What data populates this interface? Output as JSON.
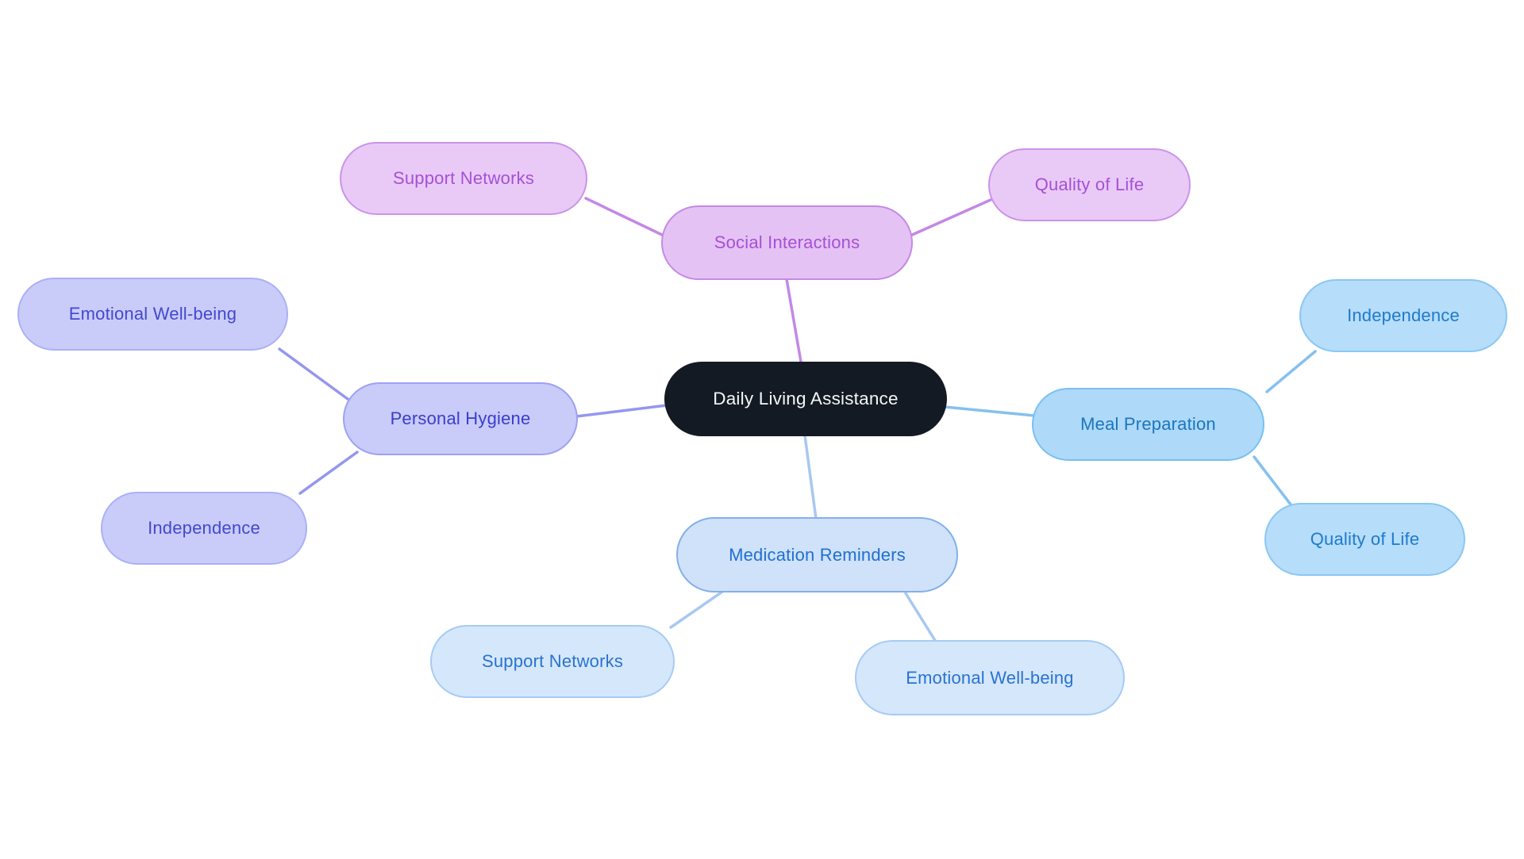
{
  "canvas": {
    "background": "#ffffff"
  },
  "mindmap": {
    "center": {
      "id": "center",
      "label": "Daily Living Assistance",
      "fill": "#141a24",
      "border": "#141a24",
      "text_color": "#f4f6f8"
    },
    "branches": [
      {
        "id": "social",
        "label": "Social Interactions",
        "fill": "#e5c2f4",
        "border": "#c489e6",
        "text_color": "#a551d6",
        "edge_color": "#c487e6",
        "children": [
          {
            "id": "sn-top",
            "label": "Support Networks",
            "fill": "#e9caf7",
            "border": "#cb93ea",
            "text_color": "#a551d6"
          },
          {
            "id": "qol-top",
            "label": "Quality of Life",
            "fill": "#e9caf7",
            "border": "#cb93ea",
            "text_color": "#a551d6"
          }
        ]
      },
      {
        "id": "personal",
        "label": "Personal Hygiene",
        "fill": "#c9cbf8",
        "border": "#9da1f2",
        "text_color": "#3a3eca",
        "edge_color": "#9497ee",
        "children": [
          {
            "id": "ewb-left",
            "label": "Emotional Well-being",
            "fill": "#c9ccf9",
            "border": "#abb0f6",
            "text_color": "#4448ce"
          },
          {
            "id": "indep-left",
            "label": "Independence",
            "fill": "#c9ccf9",
            "border": "#abb0f6",
            "text_color": "#4448ce"
          }
        ]
      },
      {
        "id": "meal",
        "label": "Meal Preparation",
        "fill": "#aed9f8",
        "border": "#79c0ee",
        "text_color": "#1b76c0",
        "edge_color": "#85c0ee",
        "children": [
          {
            "id": "indep-right",
            "label": "Independence",
            "fill": "#b6ddfa",
            "border": "#8ac7f2",
            "text_color": "#1f7bca"
          },
          {
            "id": "qol-br",
            "label": "Quality of Life",
            "fill": "#b6ddfa",
            "border": "#8ac7f2",
            "text_color": "#1f7bca"
          }
        ]
      },
      {
        "id": "medication",
        "label": "Medication Reminders",
        "fill": "#cfe2fa",
        "border": "#84b0e9",
        "text_color": "#2070d0",
        "edge_color": "#a8c8f1",
        "children": [
          {
            "id": "sn-bottom",
            "label": "Support Networks",
            "fill": "#d5e7fb",
            "border": "#a6cbf4",
            "text_color": "#2973d0"
          },
          {
            "id": "ewb-bottom",
            "label": "Emotional Well-being",
            "fill": "#d5e7fb",
            "border": "#a6cbf4",
            "text_color": "#2973d0"
          }
        ]
      }
    ],
    "edges": [
      {
        "from": "center",
        "to": "social"
      },
      {
        "from": "social",
        "to": "sn-top"
      },
      {
        "from": "social",
        "to": "qol-top"
      },
      {
        "from": "center",
        "to": "personal"
      },
      {
        "from": "personal",
        "to": "ewb-left"
      },
      {
        "from": "personal",
        "to": "indep-left"
      },
      {
        "from": "center",
        "to": "meal"
      },
      {
        "from": "meal",
        "to": "indep-right"
      },
      {
        "from": "meal",
        "to": "qol-br"
      },
      {
        "from": "center",
        "to": "medication"
      },
      {
        "from": "medication",
        "to": "sn-bottom"
      },
      {
        "from": "medication",
        "to": "ewb-bottom"
      }
    ]
  }
}
